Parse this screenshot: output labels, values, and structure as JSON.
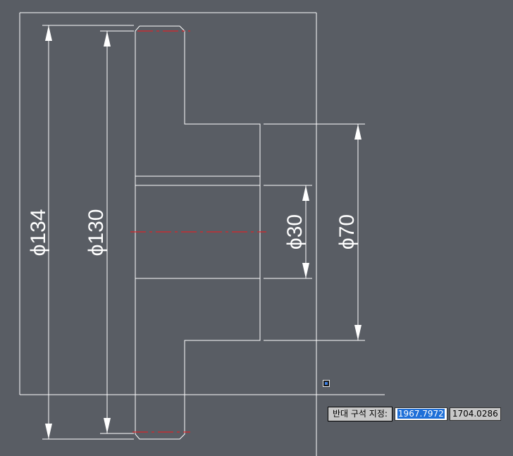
{
  "drawing": {
    "dimensions": {
      "d134": "ϕ134",
      "d130": "ϕ130",
      "d30": "ϕ30",
      "d70": "ϕ70"
    }
  },
  "dynamic_input": {
    "prompt": "반대 구석 지정:",
    "x_value": "1967.7972",
    "y_value": "1704.0286"
  },
  "colors": {
    "background": "#595d64",
    "geometry": "#ffffff",
    "centerline": "#d8262a",
    "selection_highlight": "#1e6fd8"
  }
}
